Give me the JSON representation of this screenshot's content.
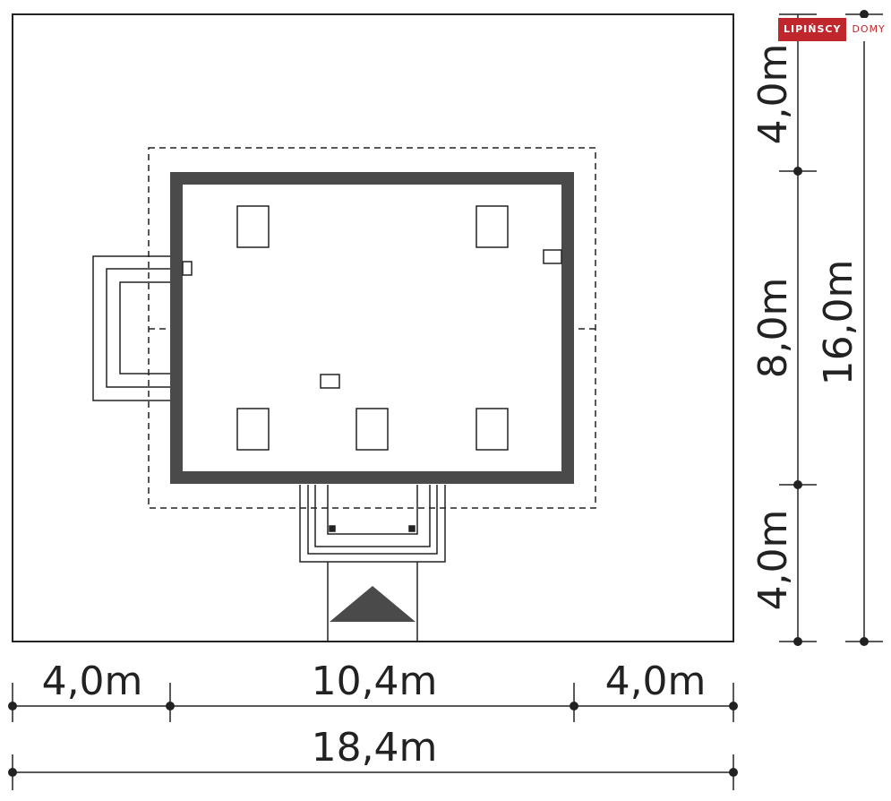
{
  "brand": {
    "name": "LIPIŃSCY",
    "suffix": "DOMY"
  },
  "dimensions": {
    "bottom": {
      "left": "4,0m",
      "center": "10,4m",
      "right": "4,0m",
      "total": "18,4m"
    },
    "right": {
      "top": "4,0m",
      "middle": "8,0m",
      "bottom": "4,0m",
      "total": "16,0m"
    }
  },
  "colors": {
    "wall": "#4a4a4a",
    "line": "#222222",
    "brand": "#c0272d"
  }
}
